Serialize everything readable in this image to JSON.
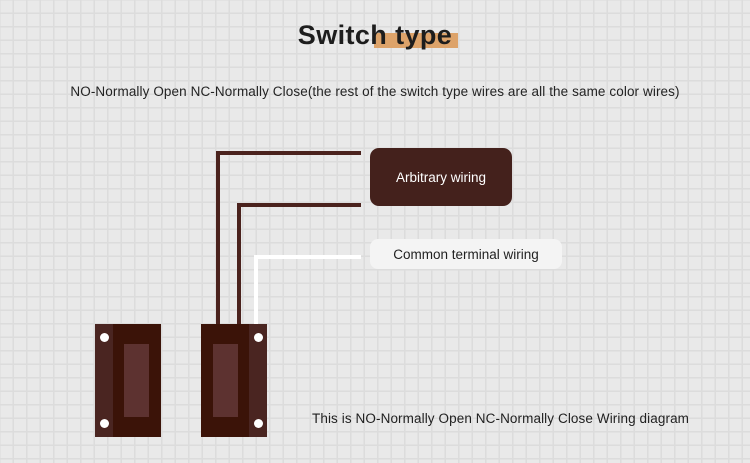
{
  "page": {
    "title": "Switch type",
    "title_highlight_word": "type",
    "title_highlight_color": "#dda36a",
    "subtitle": "NO-Normally Open NC-Normally Close(the rest of the switch type wires are all the same color wires)",
    "caption": "This is NO-Normally Open NC-Normally Close Wiring diagram",
    "background_color": "#e9e9e9",
    "grid_line_color": "#dcdcdc"
  },
  "labels": [
    {
      "id": "arbitrary-wiring",
      "text": "Arbitrary wiring",
      "background": "#44211c",
      "text_color": "#ffffff"
    },
    {
      "id": "common-terminal-wiring",
      "text": "Common terminal wiring",
      "background": "#f4f4f4",
      "text_color": "#1f1f1f"
    }
  ],
  "wires": [
    {
      "id": "arbitrary-wire-outer",
      "color": "#4a221d",
      "type": "dark",
      "connects_to": "Arbitrary wiring"
    },
    {
      "id": "arbitrary-wire-inner",
      "color": "#4a221d",
      "type": "dark",
      "connects_to": "Arbitrary wiring"
    },
    {
      "id": "common-terminal-wire",
      "color": "#ffffff",
      "type": "white",
      "connects_to": "Common terminal wiring"
    }
  ],
  "switches": [
    {
      "id": "switch-left",
      "body_color": "#3b1308",
      "strip_color": "#4a2521",
      "panel_color": "#5d3230",
      "strip_side": "left",
      "screw_count": 2,
      "screw_color": "#ffffff"
    },
    {
      "id": "switch-right",
      "body_color": "#3b1308",
      "strip_color": "#4a2521",
      "panel_color": "#5d3230",
      "strip_side": "right",
      "screw_count": 2,
      "screw_color": "#ffffff"
    }
  ]
}
